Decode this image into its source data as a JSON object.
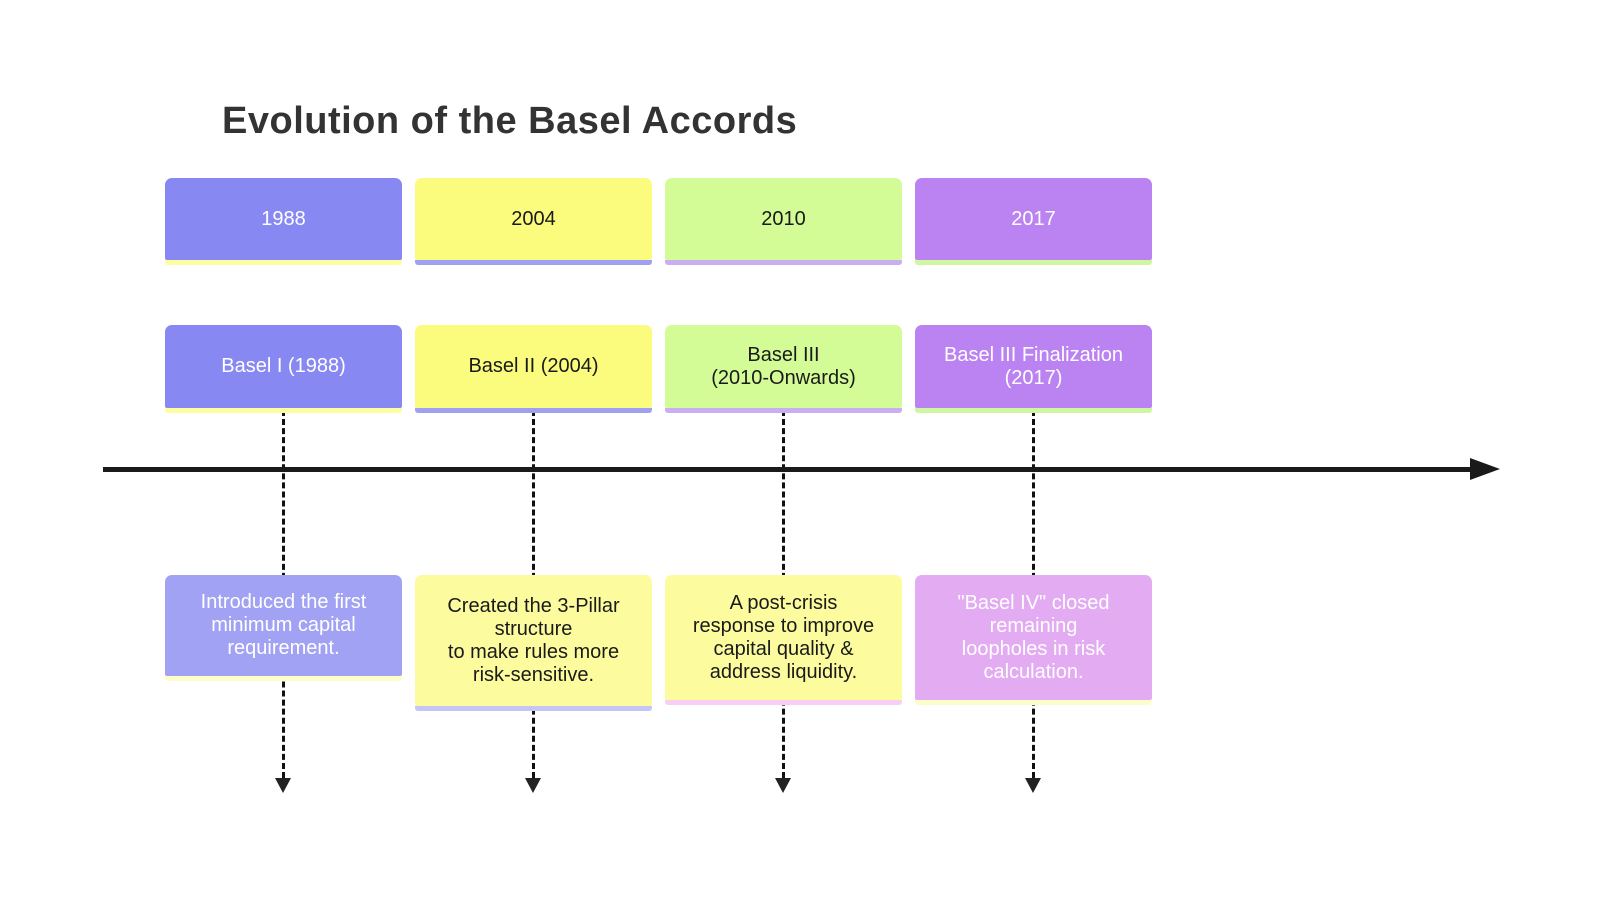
{
  "title": "Evolution of the Basel Accords",
  "axis": {
    "color": "#1a1a1a",
    "connector_color": "#111111"
  },
  "columns": [
    {
      "period": "1988",
      "event": "Basel I (1988)",
      "description": "Introduced the first\nminimum capital\nrequirement.",
      "box_color": "#8888f2",
      "box_text_color": "#ffffff",
      "desc_color": "#a2a2f4",
      "desc_text_color": "#ffffff",
      "strip_color": "#fdfda2",
      "desc_strip_color": "#fefecb"
    },
    {
      "period": "2004",
      "event": "Basel II (2004)",
      "description": "Created the 3-Pillar\nstructure\nto make rules more\nrisk-sensitive.",
      "box_color": "#fbfb7e",
      "box_text_color": "#1a1a1a",
      "desc_color": "#fcfc9e",
      "desc_text_color": "#1a1a1a",
      "strip_color": "#9f9ff3",
      "desc_strip_color": "#c5c5f8"
    },
    {
      "period": "2010",
      "event": "Basel III\n(2010-Onwards)",
      "description": "A post-crisis\nresponse to improve\ncapital quality &\naddress liquidity.",
      "box_color": "#d3fc96",
      "box_text_color": "#1a1a1a",
      "desc_color": "#fcfc9e",
      "desc_text_color": "#1a1a1a",
      "strip_color": "#c9aef3",
      "desc_strip_color": "#f9cef4"
    },
    {
      "period": "2017",
      "event": "Basel III Finalization\n(2017)",
      "description": "\"Basel IV\" closed\nremaining\nloopholes in risk\ncalculation.",
      "box_color": "#bb82f2",
      "box_text_color": "#ffffff",
      "desc_color": "#e2abf2",
      "desc_text_color": "#ffffff",
      "strip_color": "#cff7a2",
      "desc_strip_color": "#fdfdcb"
    }
  ]
}
